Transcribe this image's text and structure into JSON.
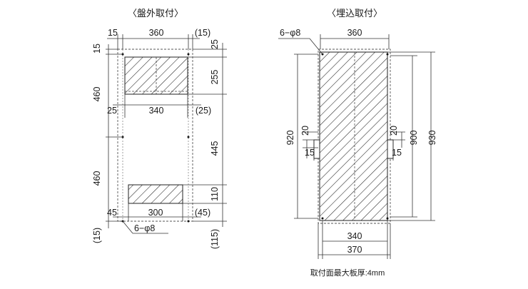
{
  "left": {
    "title": "〈盤外取付〉",
    "dims": {
      "top_15": "15",
      "top_360": "360",
      "top_15p": "(15)",
      "top_25": "25",
      "left_15": "15",
      "left_460a": "460",
      "left_25": "25",
      "mid_340": "340",
      "mid_25p": "(25)",
      "r_255": "255",
      "r_445": "445",
      "left_460b": "460",
      "r_110": "110",
      "left_45": "45",
      "bot_300": "300",
      "bot_45p": "(45)",
      "bot_15p": "(15)",
      "bot_115p": "(115)",
      "holes": "6−φ8"
    }
  },
  "right": {
    "title": "〈埋込取付〉",
    "dims": {
      "holes": "6−φ8",
      "top_360": "360",
      "l_920": "920",
      "l_20": "20",
      "l_15": "15",
      "r_20": "20",
      "r_15": "15",
      "r_900": "900",
      "r_930": "930",
      "b_340": "340",
      "b_370": "370"
    },
    "note": "取付面最大板厚:4mm"
  }
}
